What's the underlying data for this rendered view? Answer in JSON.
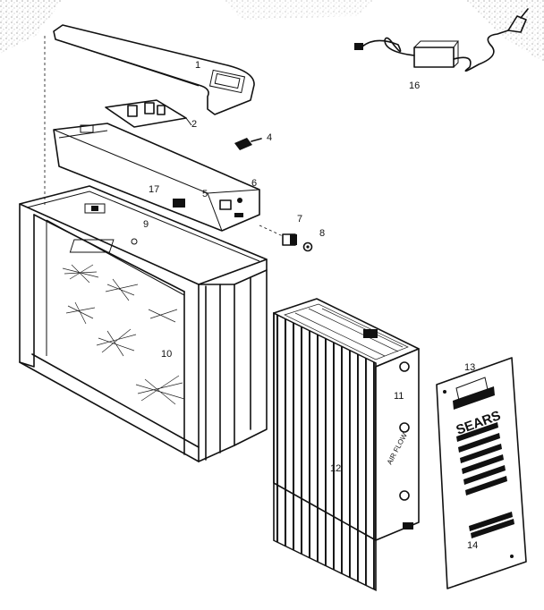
{
  "callouts": {
    "c1": "1",
    "c2": "2",
    "c4": "4",
    "c5": "5",
    "c6": "6",
    "c7": "7",
    "c8": "8",
    "c9": "9",
    "c10": "10",
    "c11": "11",
    "c12": "12",
    "c13": "13",
    "c14": "14",
    "c16": "16",
    "c17": "17"
  },
  "panel_brand": "SEARS",
  "cell_marking": "AIR FLOW"
}
